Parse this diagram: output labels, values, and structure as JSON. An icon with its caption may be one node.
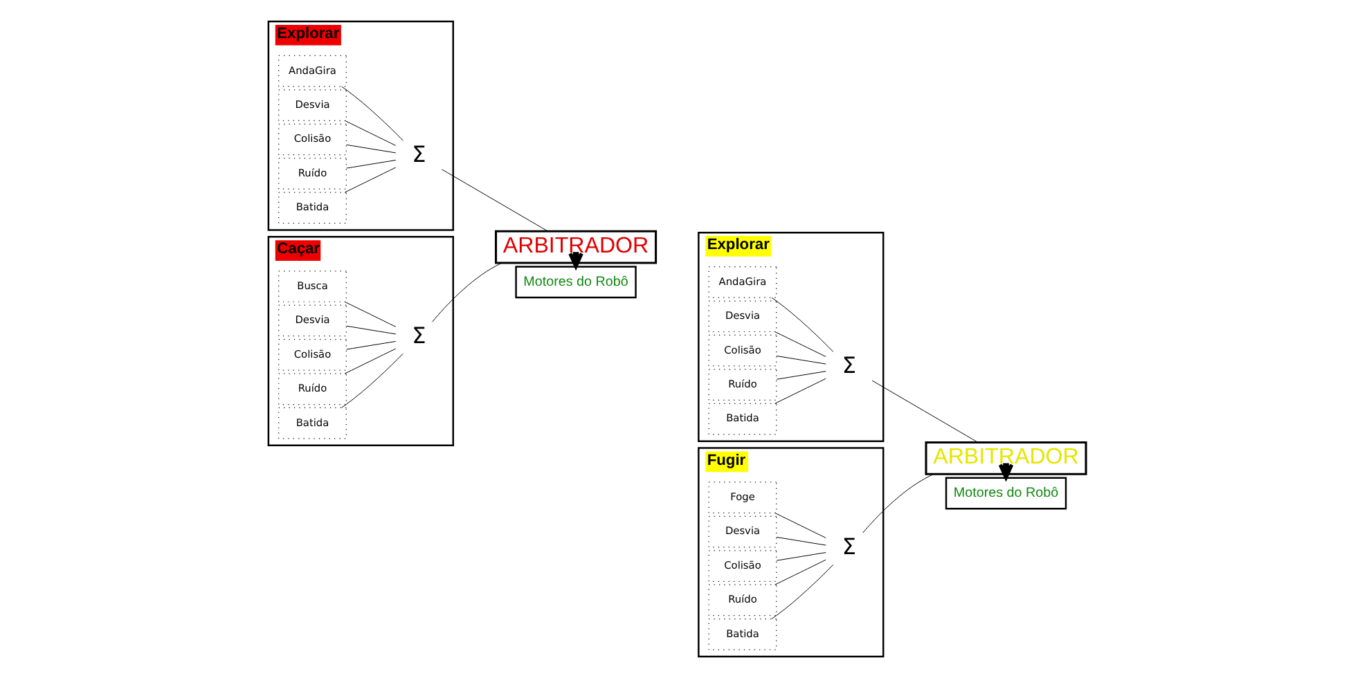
{
  "diagram": {
    "nodes": [
      {
        "text": [
          "Explorar"
        ]
      },
      {
        "text": [
          "AndaGira"
        ],
        "in": 0
      },
      {
        "text": [
          "Desvia"
        ],
        "in": 0
      },
      {
        "text": [
          "Colisão"
        ],
        "in": 0
      },
      {
        "text": [
          "Ruído"
        ],
        "in": 0
      },
      {
        "text": [
          "Batida"
        ],
        "in": 0
      },
      {
        "text": [
          "Σ"
        ],
        "in": 0
      },
      {
        "text": [
          "Caçar"
        ]
      },
      {
        "text": [
          "Busca"
        ],
        "in": 7
      },
      {
        "text": [
          "Desvia"
        ],
        "in": 7
      },
      {
        "text": [
          "Colisão"
        ],
        "in": 7
      },
      {
        "text": [
          "Ruído"
        ],
        "in": 7
      },
      {
        "text": [
          "Batida"
        ],
        "in": 7
      },
      {
        "text": [
          "Σ"
        ],
        "in": 7
      },
      {
        "text": [
          "ARBITRADOR"
        ]
      },
      {
        "text": [
          "Motores do Robô"
        ]
      },
      {
        "text": [
          "Explorar"
        ]
      },
      {
        "text": [
          "AndaGira"
        ],
        "in": 16
      },
      {
        "text": [
          "Desvia"
        ],
        "in": 16
      },
      {
        "text": [
          "Colisão"
        ],
        "in": 16
      },
      {
        "text": [
          "Ruído"
        ],
        "in": 16
      },
      {
        "text": [
          "Batida"
        ],
        "in": 16
      },
      {
        "text": [
          "Σ"
        ],
        "in": 16
      },
      {
        "text": [
          "Fugir"
        ]
      },
      {
        "text": [
          "Foge"
        ],
        "in": 23
      },
      {
        "text": [
          "Desvia"
        ],
        "in": 23
      },
      {
        "text": [
          "Colisão"
        ],
        "in": 23
      },
      {
        "text": [
          "Ruído"
        ],
        "in": 23
      },
      {
        "text": [
          "Batida"
        ],
        "in": 23
      },
      {
        "text": [
          "Σ"
        ],
        "in": 23
      },
      {
        "text": [
          "ARBITRADOR"
        ]
      },
      {
        "text": [
          "Motores do Robô"
        ]
      }
    ],
    "edges": [
      {
        "from": 1,
        "to": 6,
        "arrow": "none"
      },
      {
        "from": 2,
        "to": 6,
        "arrow": "none"
      },
      {
        "from": 3,
        "to": 6,
        "arrow": "none"
      },
      {
        "from": 4,
        "to": 6,
        "arrow": "none"
      },
      {
        "from": 5,
        "to": 6,
        "arrow": "none"
      },
      {
        "from": 8,
        "to": 13,
        "arrow": "none"
      },
      {
        "from": 9,
        "to": 13,
        "arrow": "none"
      },
      {
        "from": 10,
        "to": 13,
        "arrow": "none"
      },
      {
        "from": 11,
        "to": 13,
        "arrow": "none"
      },
      {
        "from": 12,
        "to": 13,
        "arrow": "none"
      },
      {
        "from": 6,
        "to": 14,
        "arrow": "none"
      },
      {
        "from": 13,
        "to": 14,
        "arrow": "none"
      },
      {
        "from": 14,
        "to": 15,
        "arrow": "to",
        "style": "thick"
      },
      {
        "from": 17,
        "to": 22,
        "arrow": "none"
      },
      {
        "from": 18,
        "to": 22,
        "arrow": "none"
      },
      {
        "from": 19,
        "to": 22,
        "arrow": "none"
      },
      {
        "from": 20,
        "to": 22,
        "arrow": "none"
      },
      {
        "from": 21,
        "to": 22,
        "arrow": "none"
      },
      {
        "from": 24,
        "to": 29,
        "arrow": "none"
      },
      {
        "from": 25,
        "to": 29,
        "arrow": "none"
      },
      {
        "from": 26,
        "to": 29,
        "arrow": "none"
      },
      {
        "from": 27,
        "to": 29,
        "arrow": "none"
      },
      {
        "from": 28,
        "to": 29,
        "arrow": "none"
      },
      {
        "from": 22,
        "to": 30,
        "arrow": "none"
      },
      {
        "from": 29,
        "to": 30,
        "arrow": "none"
      },
      {
        "from": 30,
        "to": 31,
        "arrow": "to",
        "style": "thick"
      }
    ]
  }
}
